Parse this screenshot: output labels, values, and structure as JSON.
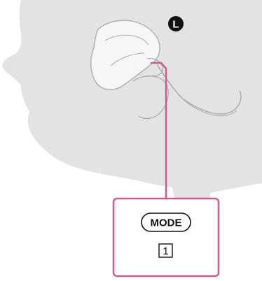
{
  "side_badge": {
    "label": "L"
  },
  "callout": {
    "mode_button_label": "MODE",
    "number_label": "1"
  },
  "colors": {
    "head": "#e3e3e3",
    "headphone_fill": "#f6f6f6",
    "headphone_stroke": "#aaaaaa",
    "leader_line": "#c85d8e",
    "text": "#111111",
    "badge": "#111111"
  }
}
